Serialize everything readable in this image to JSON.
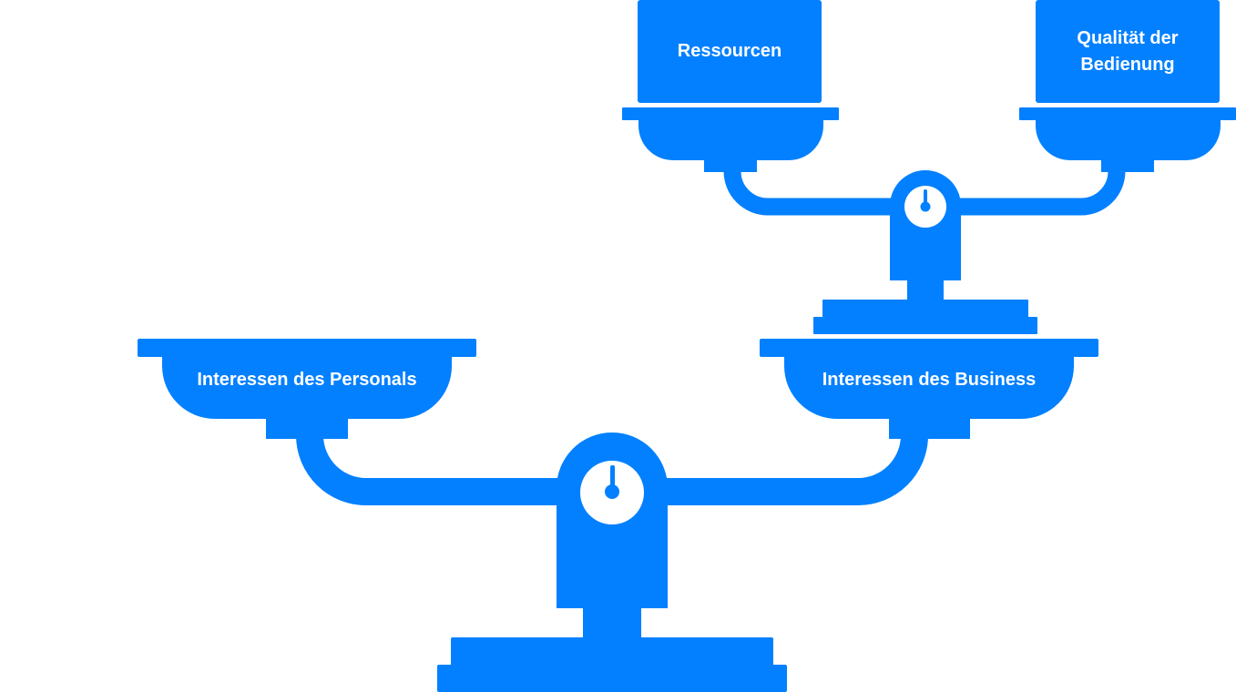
{
  "colors": {
    "accent": "#0280FF",
    "dial_face": "#FFFFFF",
    "text": "#FFFFFF",
    "background": "#FFFFFF"
  },
  "diagram": {
    "large_scale": {
      "left_pan_label": "Interessen des Personals",
      "right_pan_label": "Interessen des Business"
    },
    "small_scale": {
      "left_box_label": "Ressourcen",
      "right_box_label": "Qualität der\nBedienung"
    }
  }
}
